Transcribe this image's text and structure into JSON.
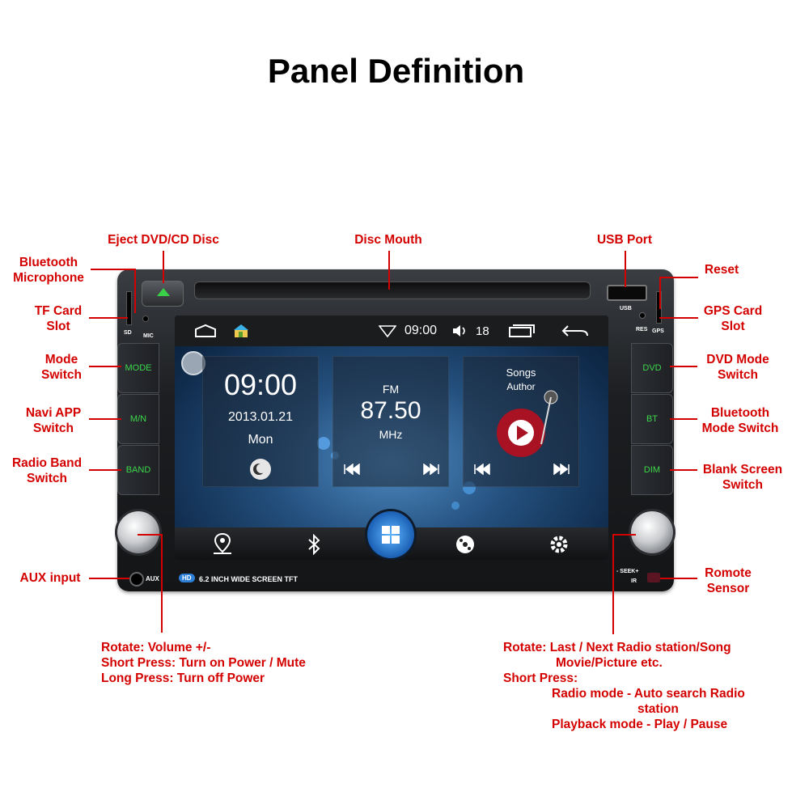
{
  "title": "Panel Definition",
  "labels": {
    "eject": "Eject DVD/CD Disc",
    "disc_mouth": "Disc Mouth",
    "usb_port": "USB Port",
    "bt_mic_1": "Bluetooth",
    "bt_mic_2": "Microphone",
    "reset": "Reset",
    "tf_1": "TF Card",
    "tf_2": "Slot",
    "gps_1": "GPS Card",
    "gps_2": "Slot",
    "mode_1": "Mode",
    "mode_2": "Switch",
    "dvd_1": "DVD Mode",
    "dvd_2": "Switch",
    "navi_1": "Navi APP",
    "navi_2": "Switch",
    "btmode_1": "Bluetooth",
    "btmode_2": "Mode Switch",
    "radio_1": "Radio Band",
    "radio_2": "Switch",
    "blank_1": "Blank Screen",
    "blank_2": "Switch",
    "aux": "AUX input",
    "remote_1": "Romote",
    "remote_2": "Sensor"
  },
  "notes": {
    "left": [
      "Rotate: Volume +/-",
      "Short Press: Turn on Power / Mute",
      "Long Press: Turn off Power"
    ],
    "right": [
      "Rotate: Last / Next Radio station/Song",
      "Movie/Picture etc.",
      "Short Press:",
      "Radio mode - Auto search Radio",
      "station",
      "Playback mode - Play / Pause"
    ]
  },
  "device": {
    "buttons_left": [
      "MODE",
      "M/N",
      "BAND"
    ],
    "buttons_right": [
      "DVD",
      "BT",
      "DIM"
    ],
    "tags": {
      "sd": "SD",
      "mic": "MIC",
      "usb": "USB",
      "res": "RES",
      "gps": "GPS",
      "aux": "AUX",
      "seek": "- SEEK+",
      "ir": "IR",
      "hd": "HD"
    },
    "model_text": "6.2 INCH WIDE  SCREEN TFT"
  },
  "screen": {
    "status_time": "09:00",
    "volume": "18",
    "clock": {
      "time": "09:00",
      "date": "2013.01.21",
      "day": "Mon"
    },
    "radio": {
      "band": "FM",
      "freq": "87.50",
      "unit": "MHz"
    },
    "music": {
      "title": "Songs",
      "author": "Author"
    }
  },
  "colors": {
    "label_red": "#d40000",
    "button_green": "#3bd84a"
  }
}
